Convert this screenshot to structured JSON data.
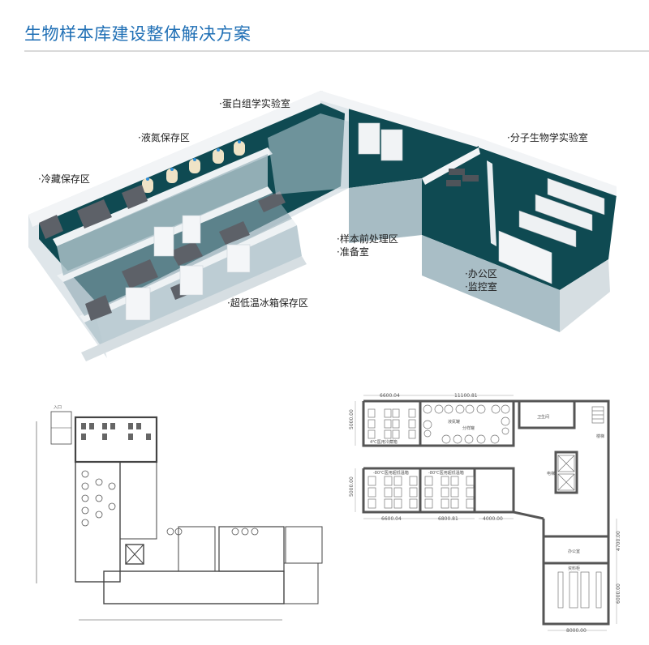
{
  "header": {
    "title": "生物样本库建设整体解决方案",
    "title_color": "#1f6fb5"
  },
  "render_3d": {
    "labels": {
      "cold_storage": "冷藏保存区",
      "liquid_nitrogen": "液氮保存区",
      "proteomics_lab": "蛋白组学实验室",
      "molecular_bio_lab": "分子生物学实验室",
      "sample_pretreatment": "样本前处理区",
      "prep_room": "准备室",
      "office": "办公区",
      "monitor_room": "监控室",
      "ultra_low_freezer": "超低温冰箱保存区"
    },
    "colors": {
      "floor": "#0f4a52",
      "wall": "#e9eef1",
      "glass": "#b9ccd3",
      "tank": "#efe3c6",
      "tank_cap": "#2f8fd8",
      "freezer_top": "#5d6168"
    }
  },
  "plan_right": {
    "dimensions": {
      "top_left_width": "6600.04",
      "top_right_width": "11100.81",
      "top_height": "5000.00",
      "mid_height": "5000.00",
      "bottom_a": "6600.04",
      "bottom_b": "6800.81",
      "bottom_c": "4000.00",
      "office_height": "4700.00",
      "archive_height": "6000.00",
      "archive_width": "8000.00"
    },
    "rooms": {
      "cold_fridge": "4℃医用冷藏箱",
      "ln_tank": "液氮罐",
      "sampler": "分样罐",
      "freezer_a": "-80℃医用超低温箱",
      "freezer_b": "-80℃医用超低温箱",
      "restroom": "卫生间",
      "stairs": "楼梯",
      "elevator": "电梯",
      "office": "办公室",
      "archive": "资料柜"
    }
  },
  "plan_left": {
    "entry": "入口"
  }
}
